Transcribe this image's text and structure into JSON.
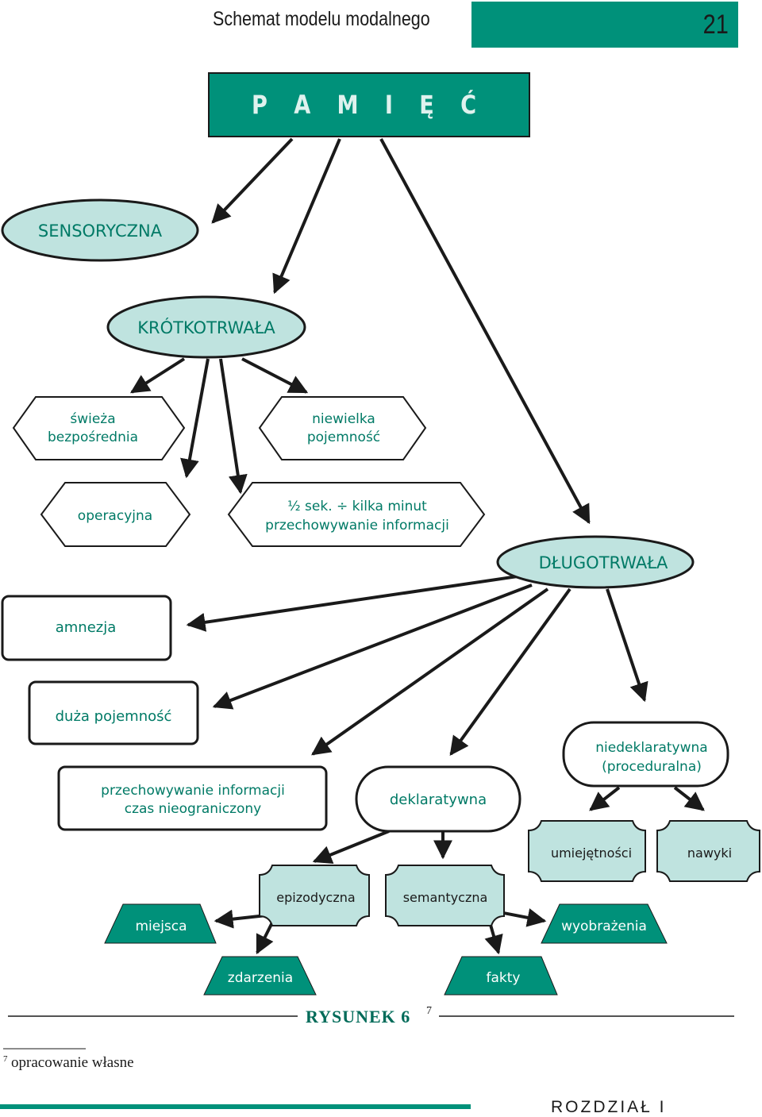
{
  "header": {
    "title": "Schemat modelu modalnego",
    "page_number": "21"
  },
  "diagram": {
    "root": "P A M I Ę Ć",
    "sensory": "SENSORYCZNA",
    "short_term": "KRÓTKOTRWAŁA",
    "long_term": "DŁUGOTRWAŁA",
    "fresh": [
      "świeża",
      "bezpośrednia"
    ],
    "small_capacity": [
      "niewielka",
      "pojemność"
    ],
    "operational": "operacyjna",
    "duration": [
      "½ sek. ÷ kilka minut",
      "przechowywanie informacji"
    ],
    "amnesia": "amnezja",
    "large_capacity": "duża pojemność",
    "unlimited_storage": [
      "przechowywanie informacji",
      "czas nieograniczony"
    ],
    "declarative": "deklaratywna",
    "nondeclarative": [
      "niedeklaratywna",
      "(proceduralna)"
    ],
    "skills": "umiejętności",
    "habits": "nawyki",
    "episodic": "epizodyczna",
    "semantic": "semantyczna",
    "places": "miejsca",
    "events": "zdarzenia",
    "facts": "fakty",
    "images": "wyobrażenia"
  },
  "caption": {
    "label": "RYSUNEK 6",
    "footnote_ref": "7"
  },
  "footnote": {
    "number": "7",
    "text": "opracowanie własne"
  },
  "footer": {
    "chapter": "ROZDZIAŁ I"
  },
  "colors": {
    "accent": "#00917a",
    "light_fill": "#bfe3df",
    "text_teal": "#007a66"
  }
}
